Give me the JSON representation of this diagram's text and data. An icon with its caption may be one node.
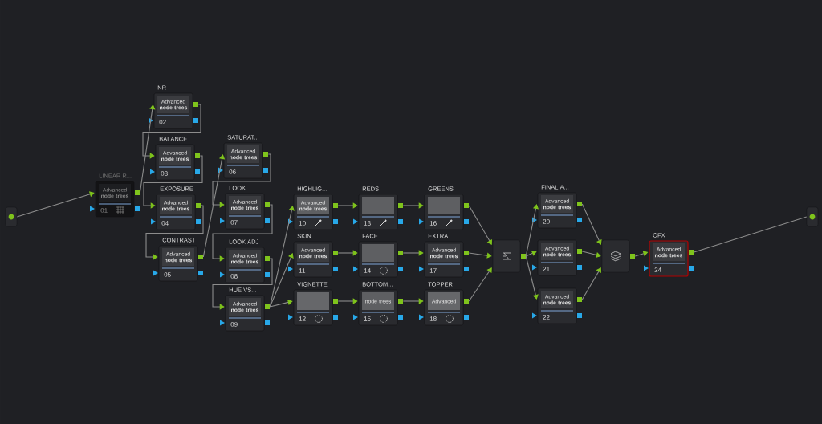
{
  "diagram": {
    "nodes": [
      {
        "text": [],
        "shape": "box"
      },
      {
        "text": [
          "LINEAR R...",
          "Advanced **node trees**",
          "01"
        ]
      },
      {
        "text": [
          "NR",
          "Advanced **node trees**",
          "02"
        ]
      },
      {
        "text": [
          "BALANCE",
          "Advanced **node trees**",
          "03"
        ]
      },
      {
        "text": [
          "EXPOSURE",
          "Advanced **node trees**",
          "04"
        ]
      },
      {
        "text": [
          "CONTRAST",
          "Advanced **node trees**",
          "05"
        ]
      },
      {
        "text": [
          "SATURAT...",
          "Advanced **node trees**",
          "06"
        ]
      },
      {
        "text": [
          "LOOK",
          "Advanced **node trees**",
          "07"
        ]
      },
      {
        "text": [
          "LOOK ADJ",
          "Advanced **node trees**",
          "08"
        ]
      },
      {
        "text": [
          "HUE VS...",
          "Advanced **node trees**",
          "09"
        ]
      },
      {
        "text": [
          "HIGHLIG...",
          "Advanced **node trees**",
          "10"
        ]
      },
      {
        "text": [
          "SKIN",
          "Advanced **node trees**",
          "11"
        ]
      },
      {
        "text": [
          "VIGNETTE",
          "12"
        ]
      },
      {
        "text": [
          "REDS",
          "13"
        ]
      },
      {
        "text": [
          "FACE",
          "14"
        ]
      },
      {
        "text": [
          "BOTTOM...",
          "node trees",
          "15"
        ]
      },
      {
        "text": [
          "GREENS",
          "16"
        ]
      },
      {
        "text": [
          "EXTRA",
          "Advanced **node trees**",
          "17"
        ]
      },
      {
        "text": [
          "TOPPER",
          "Advanced",
          "18"
        ]
      },
      {
        "text": [],
        "shape": "box"
      },
      {
        "text": [
          "FINAL A...",
          "Advanced **node trees**",
          "20"
        ]
      },
      {
        "text": [
          "Advanced **node trees**",
          "21"
        ]
      },
      {
        "text": [
          "Advanced **node trees**",
          "22"
        ]
      },
      {
        "text": [],
        "shape": "box"
      },
      {
        "text": [
          "OFX",
          "Advanced **node trees**",
          "24"
        ]
      },
      {
        "text": [],
        "shape": "box"
      }
    ],
    "edges": [
      {
        "from": 0,
        "to": 1,
        "arrow": "to"
      },
      {
        "from": 1,
        "to": 2,
        "arrow": "to"
      },
      {
        "from": 2,
        "to": 3,
        "arrow": "to"
      },
      {
        "from": 3,
        "to": 4,
        "arrow": "to"
      },
      {
        "from": 4,
        "to": 5,
        "arrow": "to"
      },
      {
        "from": 5,
        "to": 6,
        "arrow": "to"
      },
      {
        "from": 6,
        "to": 7,
        "arrow": "to"
      },
      {
        "from": 7,
        "to": 8,
        "arrow": "to"
      },
      {
        "from": 8,
        "to": 9,
        "arrow": "to"
      },
      {
        "from": 9,
        "to": 10,
        "arrow": "to"
      },
      {
        "from": 9,
        "to": 11,
        "arrow": "to"
      },
      {
        "from": 9,
        "to": 12,
        "arrow": "to"
      },
      {
        "from": 10,
        "to": 13,
        "arrow": "to"
      },
      {
        "from": 13,
        "to": 16,
        "arrow": "to"
      },
      {
        "from": 11,
        "to": 14,
        "arrow": "to"
      },
      {
        "from": 14,
        "to": 17,
        "arrow": "to"
      },
      {
        "from": 12,
        "to": 15,
        "arrow": "to"
      },
      {
        "from": 15,
        "to": 18,
        "arrow": "to"
      },
      {
        "from": 16,
        "to": 19,
        "arrow": "to"
      },
      {
        "from": 17,
        "to": 19,
        "arrow": "to"
      },
      {
        "from": 18,
        "to": 19,
        "arrow": "to"
      },
      {
        "from": 19,
        "to": 20,
        "arrow": "to"
      },
      {
        "from": 19,
        "to": 21,
        "arrow": "to"
      },
      {
        "from": 19,
        "to": 22,
        "arrow": "to"
      },
      {
        "from": 20,
        "to": 23,
        "arrow": "to"
      },
      {
        "from": 21,
        "to": 23,
        "arrow": "to"
      },
      {
        "from": 22,
        "to": 23,
        "arrow": "to"
      },
      {
        "from": 23,
        "to": 24,
        "arrow": "to"
      },
      {
        "from": 24,
        "to": 25,
        "arrow": "none"
      }
    ]
  }
}
